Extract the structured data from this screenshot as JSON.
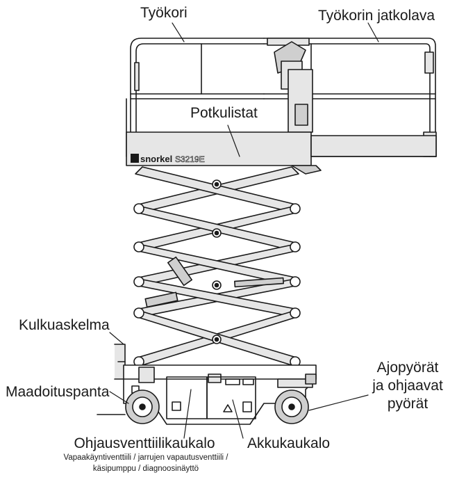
{
  "labels": {
    "platform": "Työkori",
    "extension": "Työkorin jatkolava",
    "toeboards": "Potkulistat",
    "step": "Kulkuaskelma",
    "strap": "Maadoituspanta",
    "drive_wheels_line1": "Ajopyörät",
    "drive_wheels_line2": "ja ohjaavat",
    "drive_wheels_line3": "pyörät",
    "control_tray": "Ohjausventtiilikaukalo",
    "control_tray_sub1": "Vapaakäyntiventtiili / jarrujen vapautusventtiili /",
    "control_tray_sub2": "käsipumppu / diagnoosinäyttö",
    "battery_tray": "Akkukaukalo"
  },
  "branding": {
    "logo": "snorkel",
    "model": "S3219E"
  },
  "colors": {
    "line": "#1a1a1a",
    "fill_light": "#e6e6e6",
    "fill_mid": "#cfcfcf",
    "background": "#ffffff"
  }
}
